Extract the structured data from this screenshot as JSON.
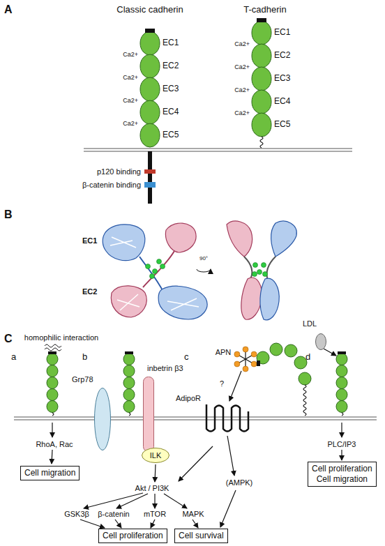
{
  "diagram": {
    "nodes": [
      {
        "text": [
          "Grp78"
        ]
      },
      {
        "text": [
          "inbetrin β3"
        ]
      },
      {
        "text": [
          "ILK"
        ]
      },
      {
        "text": [
          "LDL"
        ]
      },
      {
        "text": [
          "Cell migration"
        ]
      },
      {
        "text": [
          "Cell proliferation"
        ]
      },
      {
        "text": [
          "Cell survival"
        ]
      },
      {
        "text": [
          "Cell proliferation",
          "Cell migration"
        ]
      }
    ],
    "labels": [
      "A",
      "Classic cadherin",
      "T-cadherin",
      "EC1",
      "EC2",
      "EC3",
      "EC4",
      "EC5",
      "Ca2+",
      "Ca2+",
      "Ca2+",
      "Ca2+",
      "EC1",
      "EC2",
      "EC3",
      "EC4",
      "EC5",
      "Ca2+",
      "Ca2+",
      "Ca2+",
      "Ca2+",
      "p120 binding",
      "β-catenin binding",
      "B",
      "EC1",
      "EC2",
      "90°",
      "C",
      "homophilic interaction",
      "a",
      "b",
      "c",
      "d",
      "RhoA, Rac",
      "Akt / PI3K",
      "GSK3β",
      "β-catenin",
      "mTOR",
      "MAPK",
      "APN",
      "?",
      "AdipoR",
      "(AMPK)",
      "PLC/IP3"
    ]
  }
}
